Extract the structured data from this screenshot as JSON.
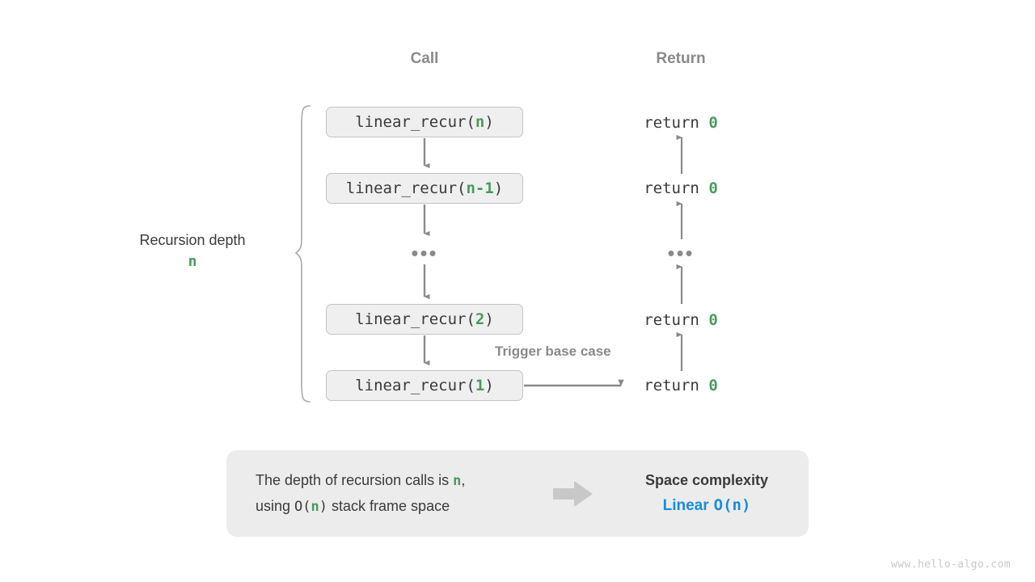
{
  "headers": {
    "call": "Call",
    "return": "Return"
  },
  "call_stack": [
    {
      "prefix": "linear_recur(",
      "arg": "n",
      "suffix": ")"
    },
    {
      "prefix": "linear_recur(",
      "arg": "n-1",
      "suffix": ")"
    },
    {
      "prefix": "linear_recur(",
      "arg": "2",
      "suffix": ")"
    },
    {
      "prefix": "linear_recur(",
      "arg": "1",
      "suffix": ")"
    }
  ],
  "returns": [
    {
      "keyword": "return",
      "value": "0"
    },
    {
      "keyword": "return",
      "value": "0"
    },
    {
      "keyword": "return",
      "value": "0"
    },
    {
      "keyword": "return",
      "value": "0"
    }
  ],
  "ellipsis": "•••",
  "depth": {
    "label": "Recursion depth",
    "value": "n"
  },
  "trigger_note": "Trigger base case",
  "summary": {
    "line1_a": "The depth of recursion calls is ",
    "line1_var": "n",
    "line1_b": ",",
    "line2_a": "using ",
    "line2_mono_open": "O(",
    "line2_var": "n",
    "line2_mono_close": ")",
    "line2_b": " stack frame space",
    "title": "Space complexity",
    "value_word": "Linear",
    "value_notation": "O(n)"
  },
  "watermark": "www.hello-algo.com",
  "colors": {
    "accent_green": "#4a9a5e",
    "accent_blue": "#1a8cd8",
    "gray_text": "#8a8a8a",
    "dark_text": "#3a3a3a",
    "box_fill": "#efefef",
    "box_border": "#c4c4c4",
    "panel_fill": "#ececec",
    "arrow_gray": "#8a8a8a",
    "block_arrow_gray": "#c8c8c8",
    "brace_gray": "#a9a9a9"
  }
}
